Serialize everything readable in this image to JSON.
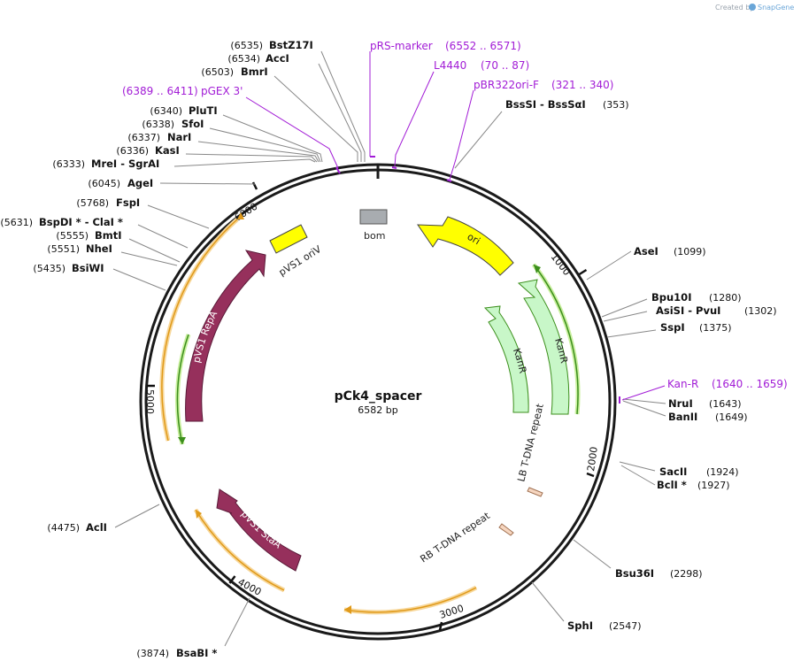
{
  "credit": {
    "prefix": "Created by",
    "brand": "SnapGene"
  },
  "plasmid": {
    "name": "pCk4_spacer",
    "length_label": "6582 bp"
  },
  "ticks": [
    "1000",
    "2000",
    "3000",
    "4000",
    "5000",
    "6000"
  ],
  "enzymes": [
    {
      "num": "(6535)",
      "name": "BstZ17I"
    },
    {
      "num": "(6534)",
      "name": "AccI"
    },
    {
      "num": "(6503)",
      "name": "BmrI"
    },
    {
      "num": "(6340)",
      "name": "PluTI"
    },
    {
      "num": "(6338)",
      "name": "SfoI"
    },
    {
      "num": "(6337)",
      "name": "NarI"
    },
    {
      "num": "(6336)",
      "name": "KasI"
    },
    {
      "num": "(6333)",
      "name": "MreI  -  SgrAI"
    },
    {
      "num": "(6045)",
      "name": "AgeI"
    },
    {
      "num": "(5768)",
      "name": "FspI"
    },
    {
      "num": "(5631)",
      "name": "BspDI *  -  ClaI *"
    },
    {
      "num": "(5555)",
      "name": "BmtI"
    },
    {
      "num": "(5551)",
      "name": "NheI"
    },
    {
      "num": "(5435)",
      "name": "BsiWI"
    },
    {
      "num": "(4475)",
      "name": "AclI"
    },
    {
      "num": "(3874)",
      "name": "BsaBI *"
    },
    {
      "num": "(353)",
      "name": "BssSI  -  BssSαI"
    },
    {
      "num": "(1099)",
      "name": "AseI"
    },
    {
      "num": "(1280)",
      "name": "Bpu10I"
    },
    {
      "num": "(1302)",
      "name": "AsiSI  -  PvuI"
    },
    {
      "num": "(1375)",
      "name": "SspI"
    },
    {
      "num": "(1643)",
      "name": "NruI"
    },
    {
      "num": "(1649)",
      "name": "BanII"
    },
    {
      "num": "(1924)",
      "name": "SacII"
    },
    {
      "num": "(1927)",
      "name": "BclI *"
    },
    {
      "num": "(2298)",
      "name": "Bsu36I"
    },
    {
      "num": "(2547)",
      "name": "SphI"
    }
  ],
  "primers": [
    {
      "name": "pRS-marker",
      "range": "(6552 .. 6571)"
    },
    {
      "name": "L4440",
      "range": "(70 .. 87)"
    },
    {
      "name": "pBR322ori-F",
      "range": "(321 .. 340)"
    },
    {
      "name": "pGEX 3'",
      "range": "(6389 .. 6411)"
    },
    {
      "name": "Kan-R",
      "range": "(1640 .. 1659)"
    }
  ],
  "features": {
    "bom": "bom",
    "ori": "ori",
    "pvs1_oriv": "pVS1 oriV",
    "pvs1_repa": "pVS1 RepA",
    "pvs1_staa": "pVS1 StaA",
    "kanr_outer": "KanR",
    "kanr_inner": "KanR",
    "lb_repeat": "LB T-DNA repeat",
    "rb_repeat": "RB T-DNA repeat"
  },
  "colors": {
    "backbone": "#1a1a1a",
    "ori": "#ffff00",
    "repa": "#96305c",
    "kanr": "#c8f7c8",
    "marker_orange": "#f0a830",
    "marker_green": "#4caf2e",
    "primer": "#a21cd6",
    "tdna": "#f6d6c0",
    "bom": "#a8acb0"
  }
}
